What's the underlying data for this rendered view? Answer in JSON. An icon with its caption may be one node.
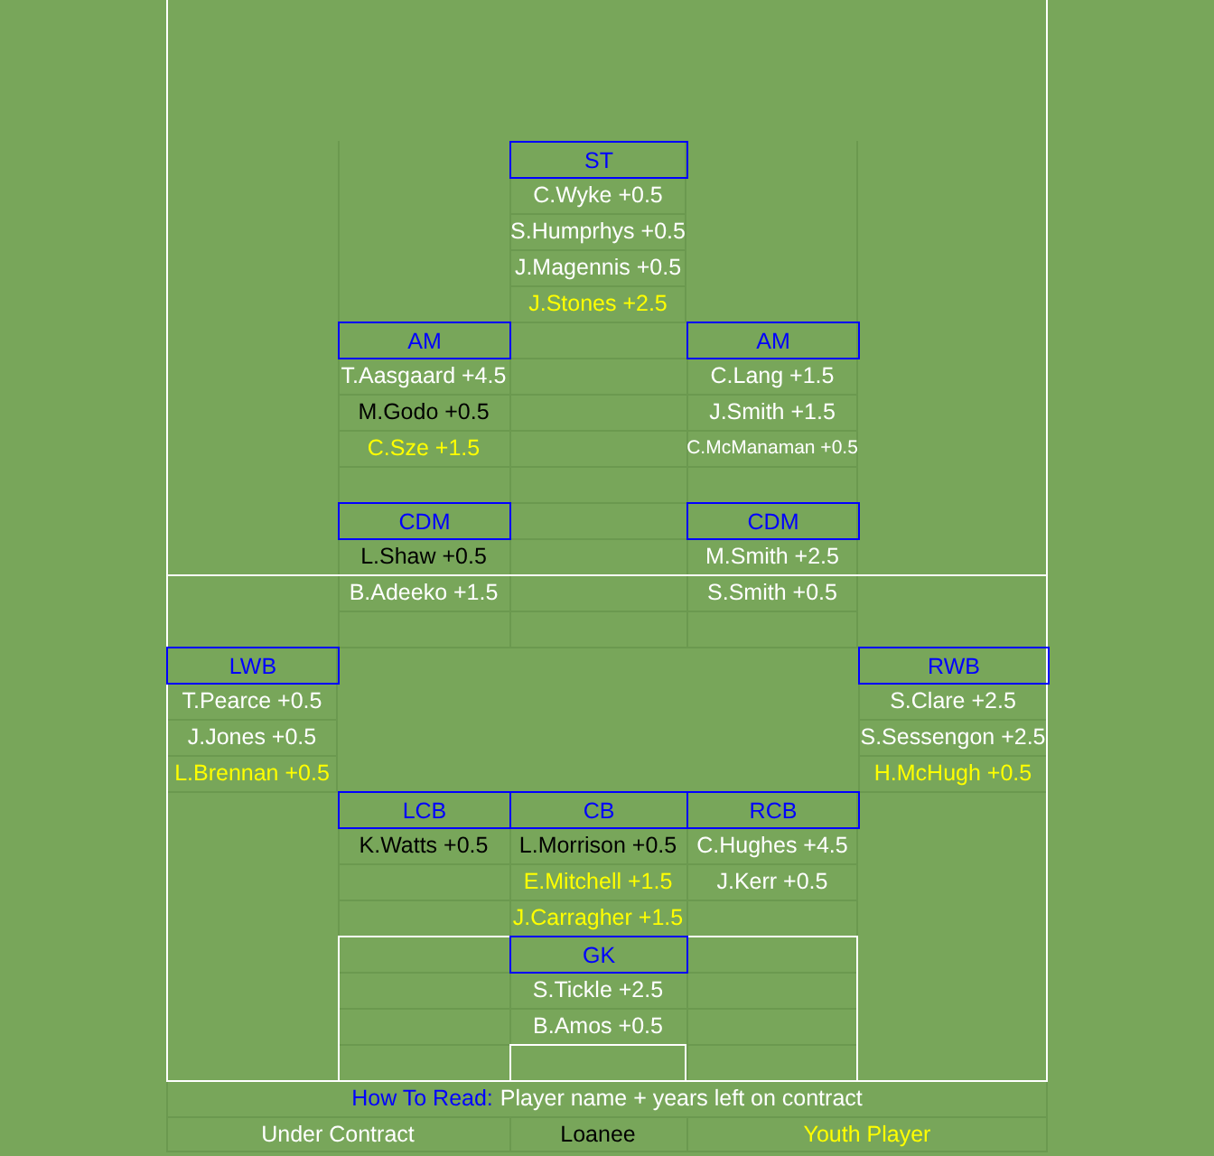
{
  "diagram": {
    "nodes": [
      {
        "text": [
          "ST"
        ]
      },
      {
        "text": [
          "C.Wyke +0.5"
        ]
      },
      {
        "text": [
          "S.Humprhys +0.5"
        ]
      },
      {
        "text": [
          "J.Magennis +0.5"
        ]
      },
      {
        "text": [
          "J.Stones +2.5"
        ]
      },
      {
        "text": [
          "AM"
        ]
      },
      {
        "text": [
          "AM"
        ]
      },
      {
        "text": [
          "T.Aasgaard +4.5"
        ]
      },
      {
        "text": [
          "C.Lang +1.5"
        ]
      },
      {
        "text": [
          "M.Godo +0.5"
        ]
      },
      {
        "text": [
          "J.Smith +1.5"
        ]
      },
      {
        "text": [
          "C.Sze +1.5"
        ]
      },
      {
        "text": [
          "C.McManaman +0.5"
        ]
      },
      {
        "text": [
          "CDM"
        ]
      },
      {
        "text": [
          "CDM"
        ]
      },
      {
        "text": [
          "L.Shaw +0.5"
        ]
      },
      {
        "text": [
          "M.Smith +2.5"
        ]
      },
      {
        "text": [
          "B.Adeeko +1.5"
        ]
      },
      {
        "text": [
          "S.Smith +0.5"
        ]
      },
      {
        "text": [
          "LWB"
        ]
      },
      {
        "text": [
          "RWB"
        ]
      },
      {
        "text": [
          "T.Pearce +0.5"
        ]
      },
      {
        "text": [
          "S.Clare +2.5"
        ]
      },
      {
        "text": [
          "J.Jones +0.5"
        ]
      },
      {
        "text": [
          "S.Sessengon +2.5"
        ]
      },
      {
        "text": [
          "L.Brennan +0.5"
        ]
      },
      {
        "text": [
          "H.McHugh +0.5"
        ]
      },
      {
        "text": [
          "LCB"
        ]
      },
      {
        "text": [
          "CB"
        ]
      },
      {
        "text": [
          "RCB"
        ]
      },
      {
        "text": [
          "K.Watts +0.5"
        ]
      },
      {
        "text": [
          "L.Morrison +0.5"
        ]
      },
      {
        "text": [
          "C.Hughes +4.5"
        ]
      },
      {
        "text": [
          "E.Mitchell +1.5"
        ]
      },
      {
        "text": [
          "J.Kerr +0.5"
        ]
      },
      {
        "text": [
          "J.Carragher +1.5"
        ]
      },
      {
        "text": [
          "GK"
        ]
      },
      {
        "text": [
          "S.Tickle +2.5"
        ]
      },
      {
        "text": [
          "B.Amos +0.5"
        ]
      }
    ],
    "labels": [
      "How To Read:",
      "Player name + years left on contract"
    ],
    "legend": [
      {
        "text": "Under Contract",
        "color": "#ffffff"
      },
      {
        "text": "Loanee",
        "color": "#000000"
      },
      {
        "text": "Youth Player",
        "color": "#ffff00"
      }
    ]
  }
}
